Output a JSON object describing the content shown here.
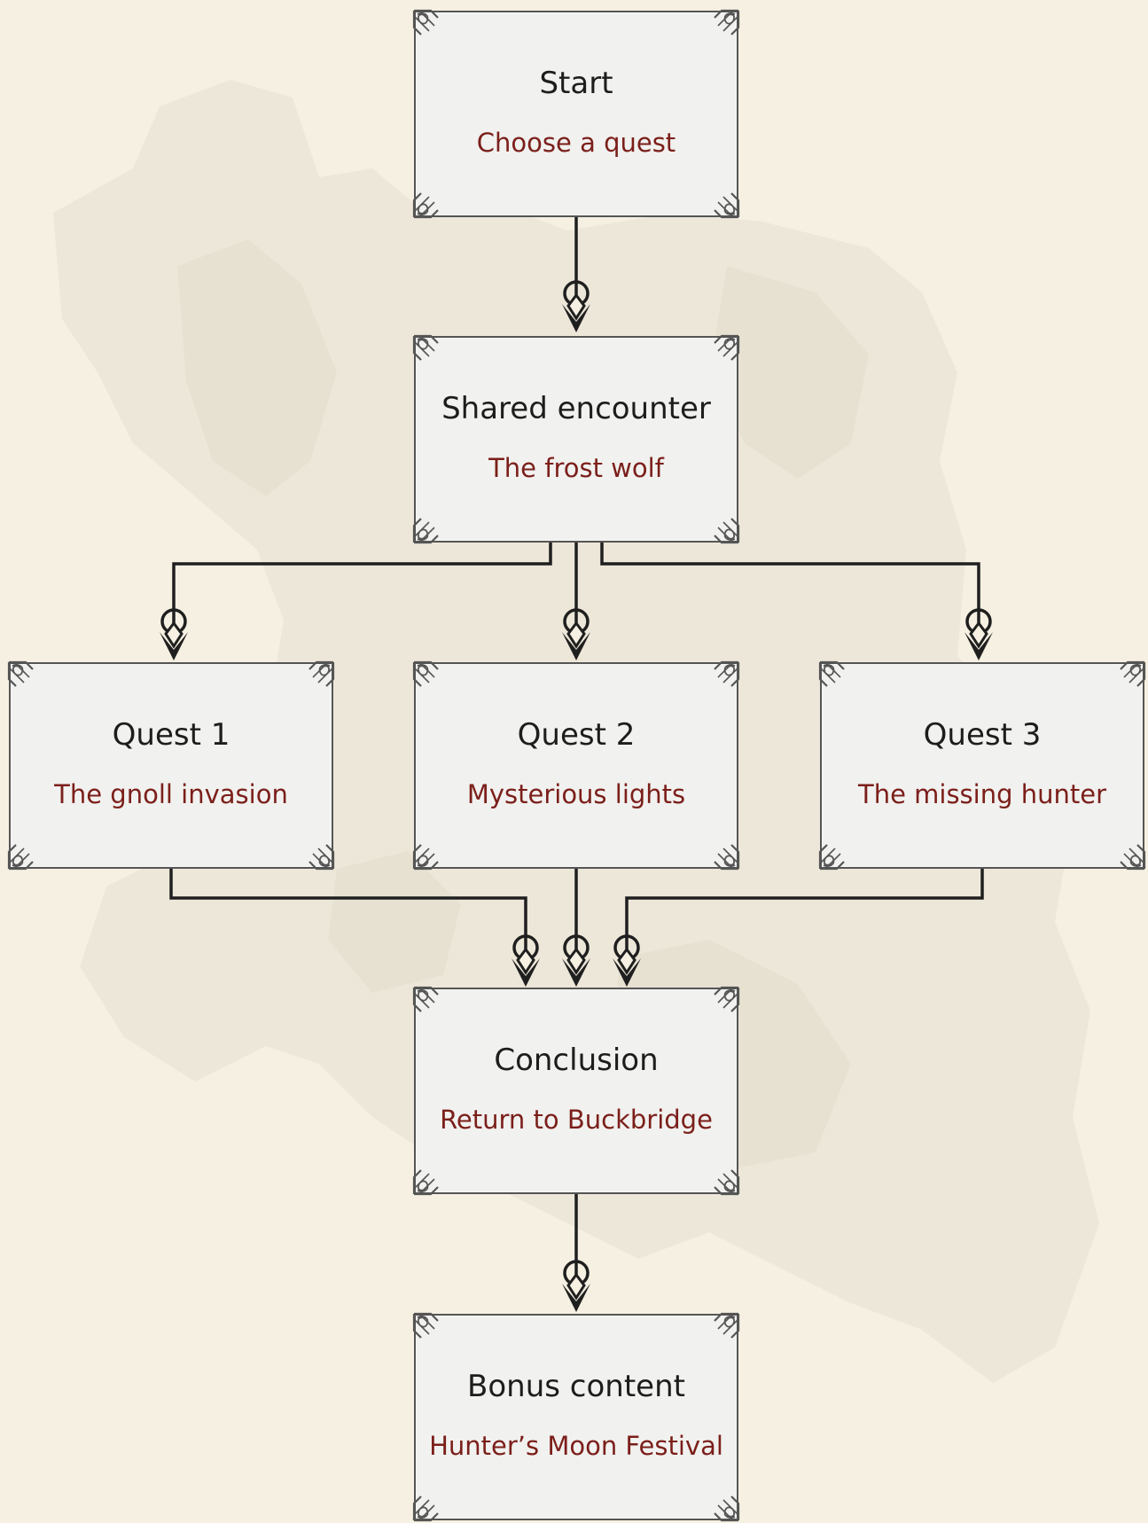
{
  "diagram": {
    "nodes": [
      {
        "id": "start",
        "title": "Start",
        "subtitle": "Choose a quest"
      },
      {
        "id": "shared",
        "title": "Shared encounter",
        "subtitle": "The frost wolf"
      },
      {
        "id": "quest1",
        "title": "Quest 1",
        "subtitle": "The gnoll invasion"
      },
      {
        "id": "quest2",
        "title": "Quest 2",
        "subtitle": "Mysterious lights"
      },
      {
        "id": "quest3",
        "title": "Quest 3",
        "subtitle": "The missing hunter"
      },
      {
        "id": "conclusion",
        "title": "Conclusion",
        "subtitle": "Return to Buckbridge"
      },
      {
        "id": "bonus",
        "title": "Bonus content",
        "subtitle": "Hunter’s Moon Festival"
      }
    ],
    "edges": [
      {
        "from": "start",
        "to": "shared"
      },
      {
        "from": "shared",
        "to": "quest1"
      },
      {
        "from": "shared",
        "to": "quest2"
      },
      {
        "from": "shared",
        "to": "quest3"
      },
      {
        "from": "quest1",
        "to": "conclusion"
      },
      {
        "from": "quest2",
        "to": "conclusion"
      },
      {
        "from": "quest3",
        "to": "conclusion"
      },
      {
        "from": "conclusion",
        "to": "bonus"
      }
    ],
    "colors": {
      "background": "#f6f0e2",
      "node_fill": "#f1f1ef",
      "node_border": "#555555",
      "title_text": "#1d1d1d",
      "subtitle_text": "#7b1f1a",
      "connector": "#1f1f1f"
    }
  }
}
